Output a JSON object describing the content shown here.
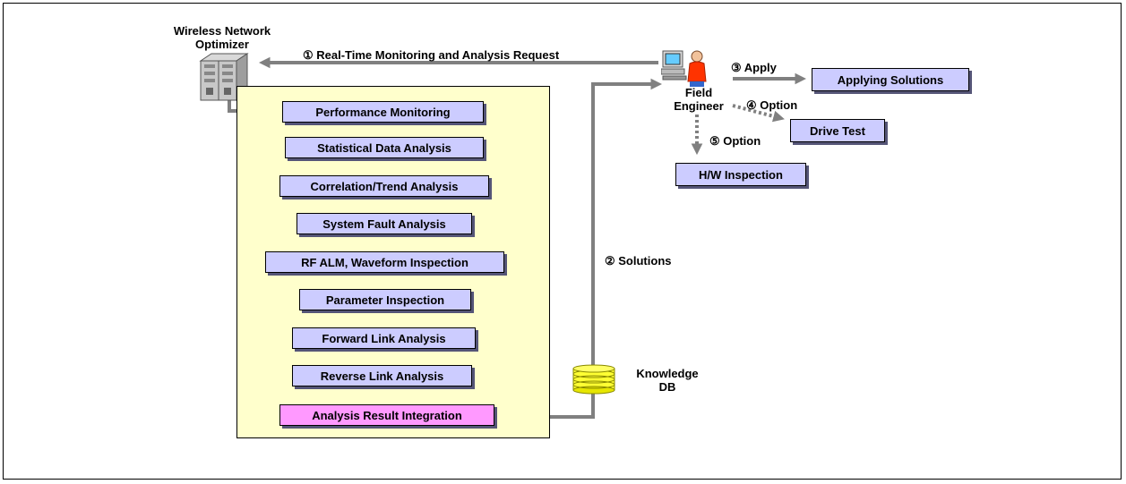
{
  "diagram": {
    "optimizer_label": [
      "Wireless Network",
      "Optimizer"
    ],
    "engineer_label": [
      "Field",
      "Engineer"
    ],
    "knowledge_db_label": [
      "Knowledge",
      "DB"
    ],
    "steps": [
      "Performance Monitoring",
      "Statistical Data Analysis",
      "Correlation/Trend Analysis",
      "System Fault Analysis",
      "RF ALM, Waveform Inspection",
      "Parameter Inspection",
      "Forward Link Analysis",
      "Reverse Link Analysis",
      "Analysis Result Integration"
    ],
    "arrows": {
      "request": "① Real-Time Monitoring  and Analysis Request",
      "solutions": "② Solutions",
      "apply": "③ Apply",
      "option4": "④ Option",
      "option5": "⑤ Option"
    },
    "actions": {
      "applying": "Applying Solutions",
      "drive_test": "Drive Test",
      "hw_inspection": "H/W Inspection"
    }
  },
  "colors": {
    "panel": "#ffffcc",
    "box": "#ccccff",
    "result_box": "#ff99ff",
    "arrow": "#808080",
    "db": "#ffff33"
  },
  "icons": [
    "server-rack-icon",
    "engineer-computer-icon",
    "database-icon"
  ]
}
